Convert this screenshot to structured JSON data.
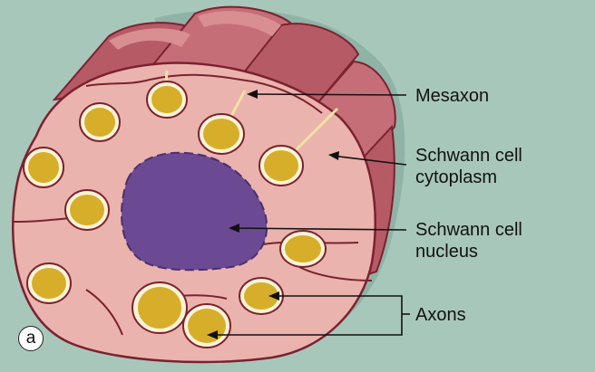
{
  "figure": {
    "panel_letter": "a",
    "labels": {
      "mesaxon": "Mesaxon",
      "schwann_cytoplasm": [
        "Schwann cell",
        "cytoplasm"
      ],
      "schwann_nucleus": [
        "Schwann cell",
        "nucleus"
      ],
      "axons": "Axons"
    }
  },
  "colors": {
    "background": "#a8c7bb",
    "shadow": "#8fb3a6",
    "cytoplasm": "#ebb3ad",
    "cytoplasm_outline": "#7a2230",
    "tube_side": "#b65a66",
    "tube_highlight": "#d98e92",
    "nucleus": "#6b4a93",
    "nucleus_outline": "#4a2f6e",
    "axon": "#d6ae2a",
    "axon_ring": "#fbf3d6",
    "line": "#111111"
  }
}
